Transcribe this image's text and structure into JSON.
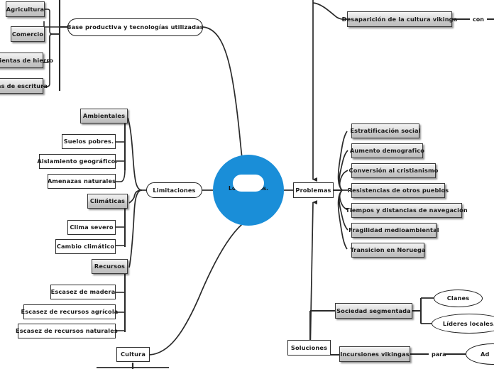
{
  "diagram": {
    "title_center": "Los vikingos.",
    "accent_color": "#1a8ed8",
    "node_fill_grey": "#d9d9d9",
    "node_fill_white": "#ffffff",
    "stroke_color": "#1d1d1d"
  },
  "center": {
    "label": "Los vikingos."
  },
  "branches": {
    "base_productiva": {
      "label": "Base productiva y tecnologías utilizadas",
      "children": [
        {
          "label": "Agricultura"
        },
        {
          "label": "Comercio"
        },
        {
          "label": "Herramientas de hierro"
        },
        {
          "label": "Formas de escritura"
        }
      ]
    },
    "limitaciones": {
      "label": "Limitaciones",
      "groups": [
        {
          "label": "Ambientales",
          "children": [
            {
              "label": "Suelos pobres."
            },
            {
              "label": "Aislamiento geográfico."
            },
            {
              "label": "Amenazas naturales"
            }
          ]
        },
        {
          "label": "Climáticas",
          "children": [
            {
              "label": "Clima severo"
            },
            {
              "label": "Cambio climático"
            }
          ]
        },
        {
          "label": "Recursos",
          "children": [
            {
              "label": "Escasez de madera"
            },
            {
              "label": "Escasez de recursos agrícola"
            },
            {
              "label": "Escasez de recursos naturales"
            }
          ]
        }
      ]
    },
    "cultura": {
      "label": "Cultura"
    },
    "problemas": {
      "label": "Problemas",
      "children": [
        {
          "label": "Estratificación social"
        },
        {
          "label": "Aumento demografico"
        },
        {
          "label": "Conversión al cristianismo"
        },
        {
          "label": "Resistencias de otros pueblos"
        },
        {
          "label": "Tiempos y distancias de navegación"
        },
        {
          "label": "Fragilidad medioambiental"
        },
        {
          "label": "Transicion en Noruega"
        }
      ]
    },
    "soluciones": {
      "label": "Soluciones",
      "children": [
        {
          "label": "Sociedad segmentada",
          "children": [
            {
              "label": "Clanes"
            },
            {
              "label": "Líderes locales."
            }
          ]
        },
        {
          "label": "Incursiones vikingas",
          "connector": "para",
          "children": [
            {
              "label": "Ad"
            }
          ]
        }
      ]
    },
    "desaparicion": {
      "label": "Desaparición de la cultura vikinga",
      "connector": "con"
    }
  }
}
